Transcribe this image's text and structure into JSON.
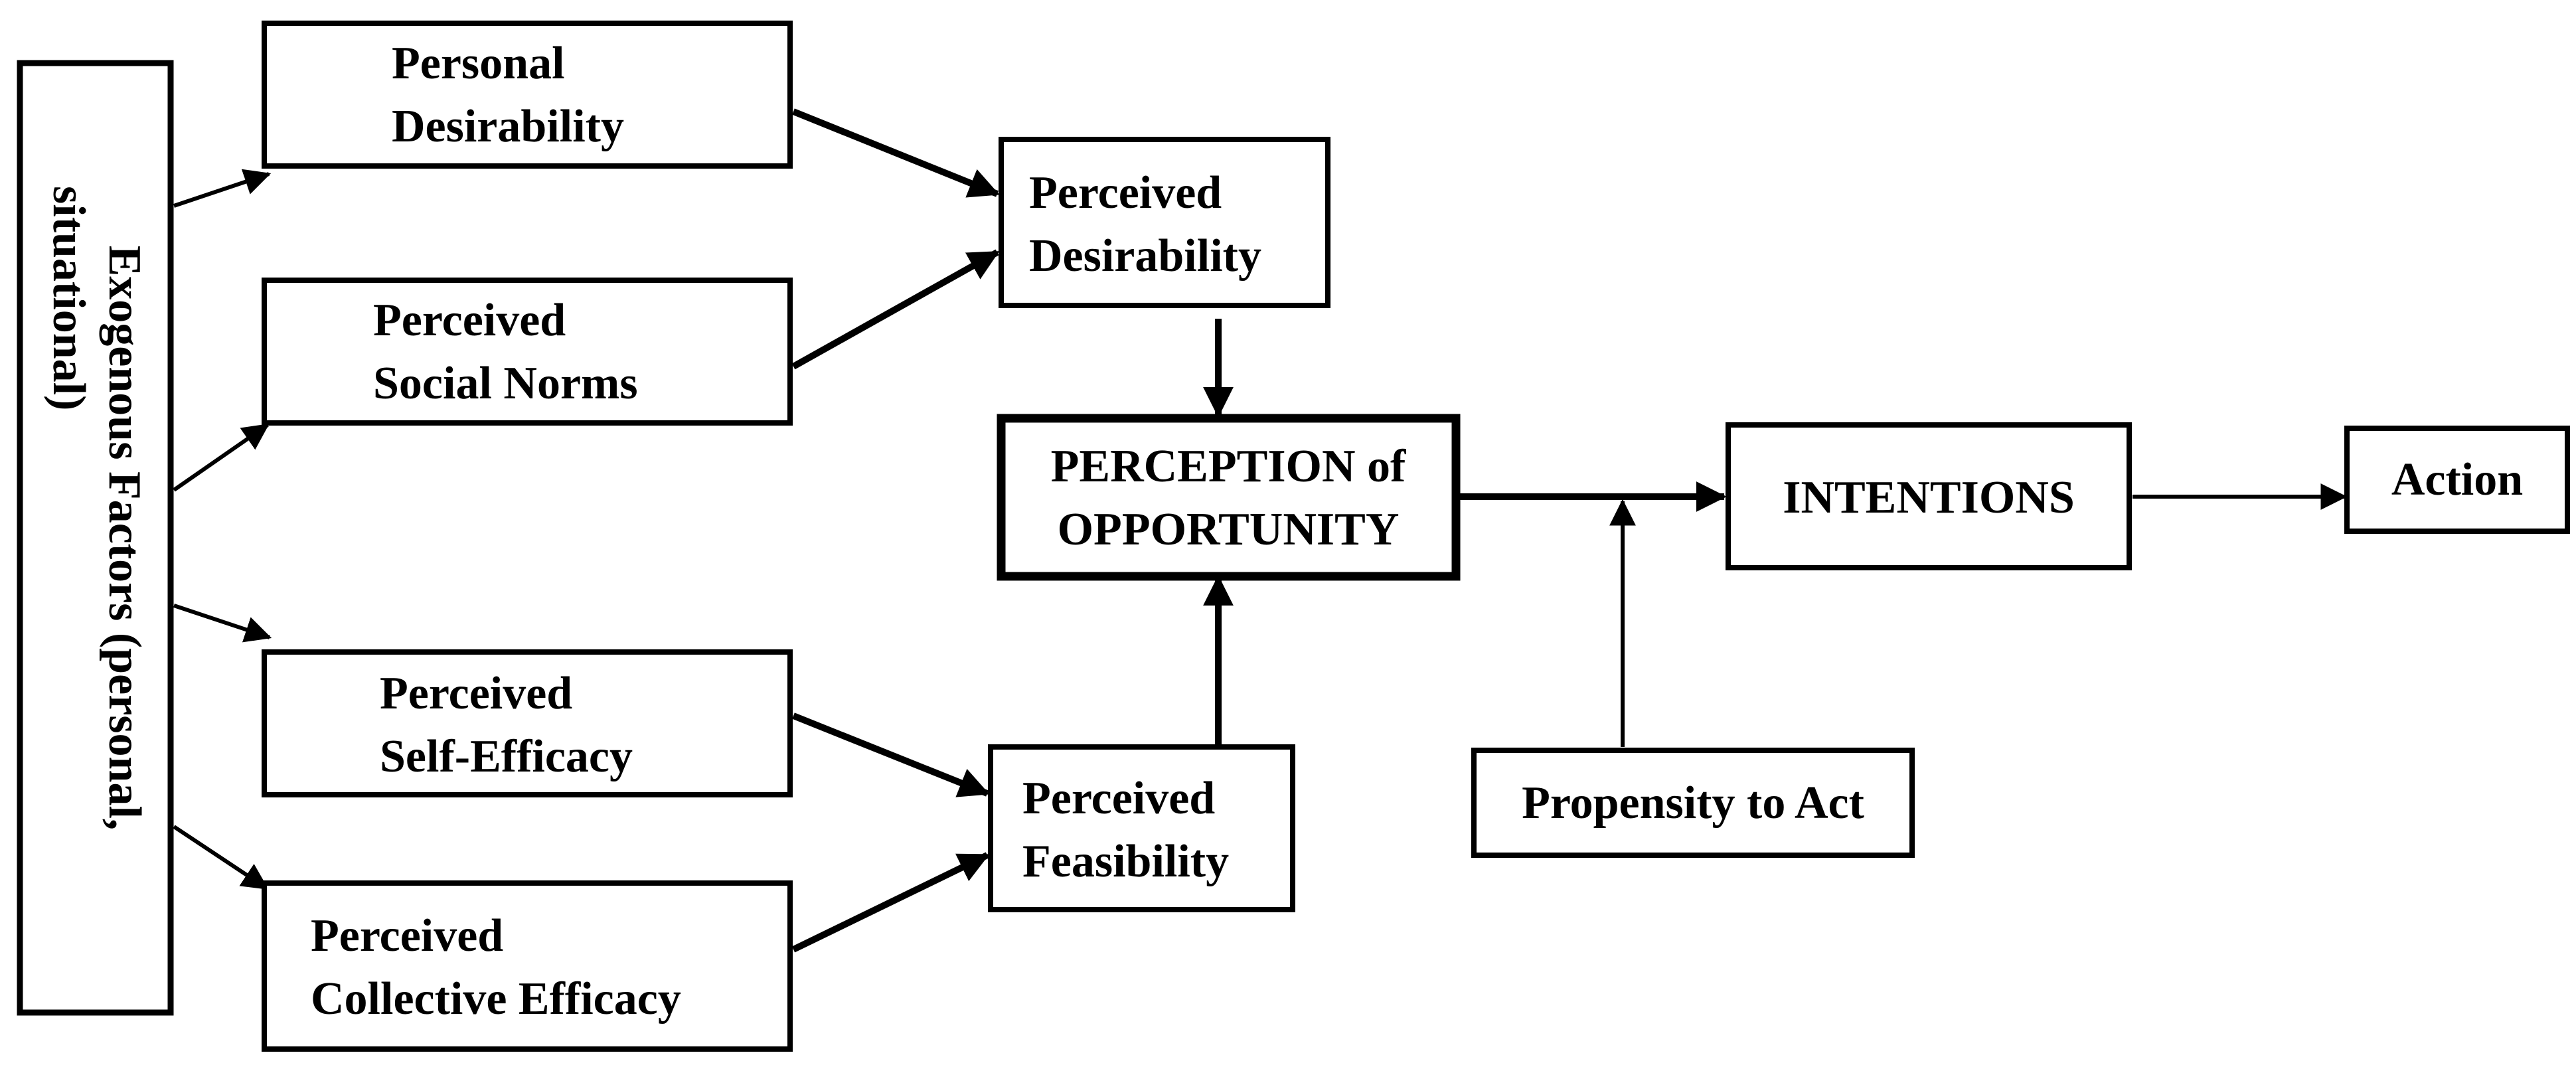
{
  "colors": {
    "stroke": "#000000",
    "fill": "#ffffff",
    "text": "#000000"
  },
  "nodes": {
    "exogenous": {
      "line1": "Exogenous Factors  (personal,",
      "line2": "situational)"
    },
    "personal_desirability": {
      "line1": "Personal",
      "line2": "Desirability"
    },
    "social_norms": {
      "line1": "Perceived",
      "line2": "Social Norms"
    },
    "self_efficacy": {
      "line1": "Perceived",
      "line2": "Self-Efficacy"
    },
    "collective_efficacy": {
      "line1": "Perceived",
      "line2": "Collective Efficacy"
    },
    "perceived_desirability": {
      "line1": "Perceived",
      "line2": "Desirability"
    },
    "perception_of_opportunity": {
      "line1": "PERCEPTION of",
      "line2": "OPPORTUNITY"
    },
    "perceived_feasibility": {
      "line1": "Perceived",
      "line2": "Feasibility"
    },
    "intentions": {
      "label": "INTENTIONS"
    },
    "action": {
      "label": "Action"
    },
    "propensity_to_act": {
      "label": "Propensity to Act"
    }
  },
  "edges": [
    {
      "from": "exogenous",
      "to": "personal_desirability"
    },
    {
      "from": "exogenous",
      "to": "social_norms"
    },
    {
      "from": "exogenous",
      "to": "self_efficacy"
    },
    {
      "from": "exogenous",
      "to": "collective_efficacy"
    },
    {
      "from": "personal_desirability",
      "to": "perceived_desirability"
    },
    {
      "from": "social_norms",
      "to": "perceived_desirability"
    },
    {
      "from": "self_efficacy",
      "to": "perceived_feasibility"
    },
    {
      "from": "collective_efficacy",
      "to": "perceived_feasibility"
    },
    {
      "from": "perceived_desirability",
      "to": "perception_of_opportunity"
    },
    {
      "from": "perceived_feasibility",
      "to": "perception_of_opportunity"
    },
    {
      "from": "perception_of_opportunity",
      "to": "intentions"
    },
    {
      "from": "propensity_to_act",
      "to": "perception_to_intentions_link"
    },
    {
      "from": "intentions",
      "to": "action"
    }
  ]
}
